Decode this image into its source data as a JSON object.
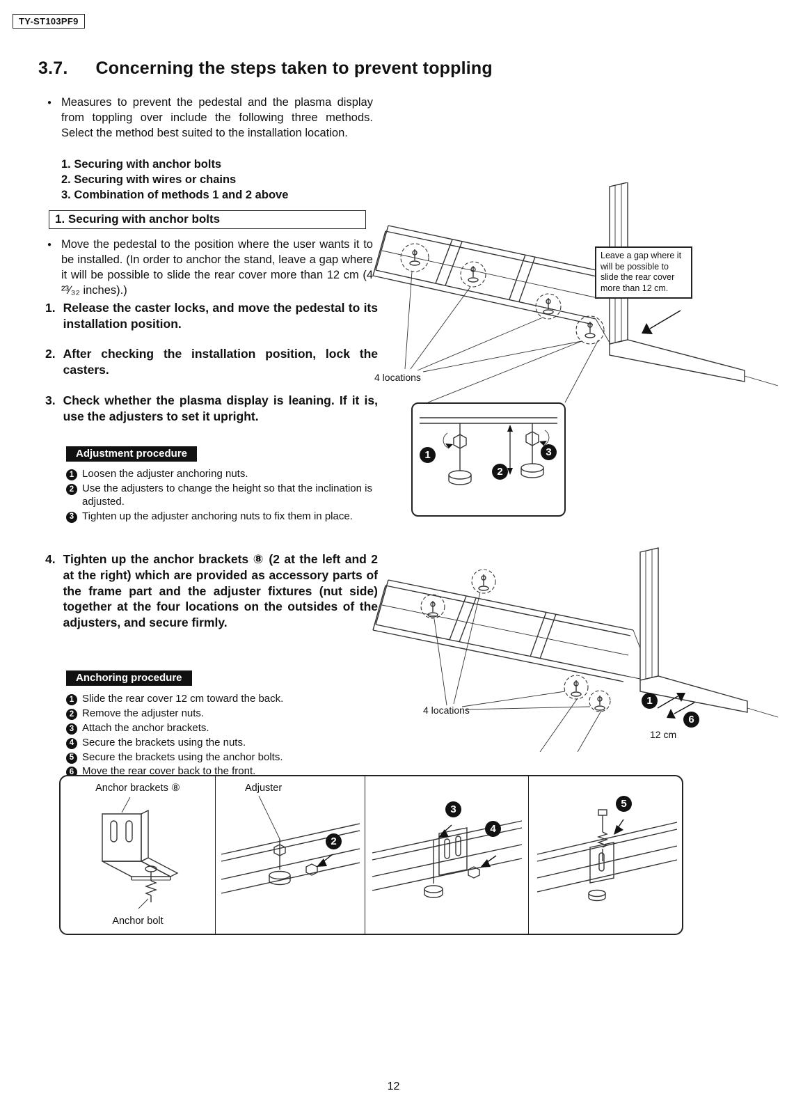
{
  "page": {
    "model": "TY-ST103PF9",
    "number": "12"
  },
  "heading": {
    "number": "3.7.",
    "title": "Concerning the steps taken to prevent toppling"
  },
  "intro": {
    "text": "Measures to prevent the pedestal and the plasma display from toppling over include the following three methods. Select the method best suited to the installation location.",
    "methods": [
      "1. Securing with anchor bolts",
      "2. Securing with wires or chains",
      "3. Combination of methods 1 and 2 above"
    ]
  },
  "section": {
    "title": "1. Securing with anchor bolts",
    "text": "Move the pedestal to the position where the user wants it to be installed. (In order to anchor the stand, leave a gap where it will be possible to slide the rear cover more than 12 cm (4 ²³⁄₃₂ inches).)"
  },
  "steps": [
    {
      "n": "1.",
      "text": "Release the caster locks, and move the pedestal to its installation position."
    },
    {
      "n": "2.",
      "text": "After checking the installation position, lock the casters."
    },
    {
      "n": "3.",
      "text": "Check whether the plasma display is leaning. If it is, use the adjusters to set it upright."
    },
    {
      "n": "4.",
      "text": "Tighten up the anchor brackets ⑧ (2 at the left and 2 at the right) which are provided as accessory parts of the frame part and the adjuster fixtures (nut side) together at the four locations on the outsides of the adjusters, and secure firmly."
    }
  ],
  "adjustment": {
    "title": "Adjustment procedure",
    "steps": [
      {
        "n": "1",
        "text": "Loosen the adjuster anchoring nuts."
      },
      {
        "n": "2",
        "text": "Use the adjusters to change the height so that the inclination is adjusted."
      },
      {
        "n": "3",
        "text": "Tighten up the adjuster anchoring nuts to fix them in place."
      }
    ]
  },
  "anchoring": {
    "title": "Anchoring procedure",
    "steps": [
      {
        "n": "1",
        "text": "Slide the rear cover 12 cm toward the back."
      },
      {
        "n": "2",
        "text": "Remove the adjuster nuts."
      },
      {
        "n": "3",
        "text": "Attach the anchor brackets."
      },
      {
        "n": "4",
        "text": "Secure the brackets using the nuts."
      },
      {
        "n": "5",
        "text": "Secure the brackets using the anchor bolts."
      },
      {
        "n": "6",
        "text": "Move the rear cover back to the front."
      }
    ]
  },
  "fig_top": {
    "callout": "Leave a gap where it will be possible to slide the rear cover more than 12 cm.",
    "locations_label": "4 locations"
  },
  "fig_adjusters": {
    "markers": [
      "1",
      "2",
      "3"
    ]
  },
  "fig_slide": {
    "locations_label": "4 locations",
    "marker_slide_back": "1",
    "marker_slide_front": "6",
    "distance_label": "12 cm"
  },
  "bottom": {
    "panel1": {
      "title": "Anchor brackets ⑧",
      "bolt_label": "Anchor bolt"
    },
    "panel2": {
      "title": "Adjuster",
      "marker": "2"
    },
    "panel3": {
      "marker_attach": "3",
      "marker_nut": "4"
    },
    "panel4": {
      "marker_bolt": "5"
    }
  }
}
